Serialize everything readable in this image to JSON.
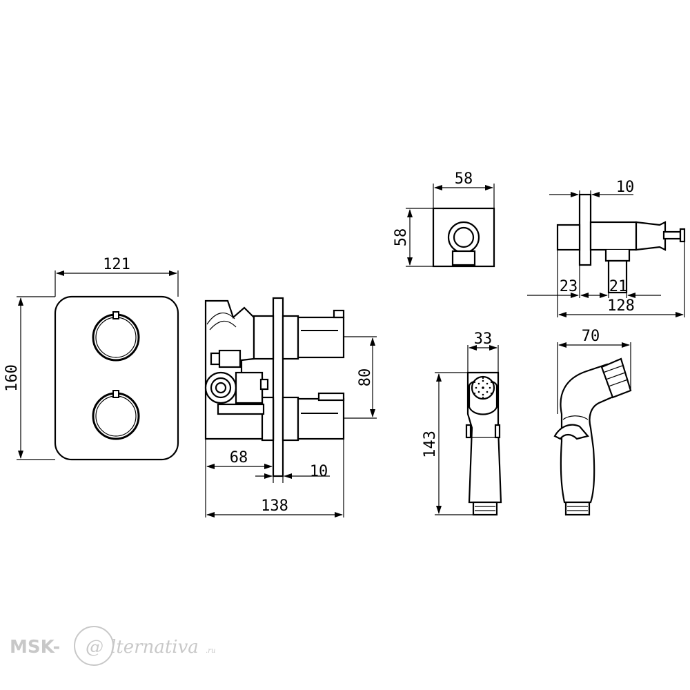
{
  "dimensions": {
    "faceplate_width": "121",
    "faceplate_height": "160",
    "body_depth_68": "68",
    "body_plate_10": "10",
    "body_total_138": "138",
    "body_spacing_80": "80",
    "outlet_width_58": "58",
    "outlet_height_58": "58",
    "outlet_side_10": "10",
    "outlet_side_23": "23",
    "outlet_side_21": "21",
    "outlet_side_128": "128",
    "handshower_width_33": "33",
    "handshower_length_143": "143",
    "handshower_side_70": "70"
  },
  "watermark": {
    "prefix": "MSK-",
    "at": "@",
    "suffix": "lternativa",
    "tld": ".ru"
  },
  "colors": {
    "line": "#000000",
    "watermark": "#c8c8c8",
    "background": "#ffffff"
  }
}
